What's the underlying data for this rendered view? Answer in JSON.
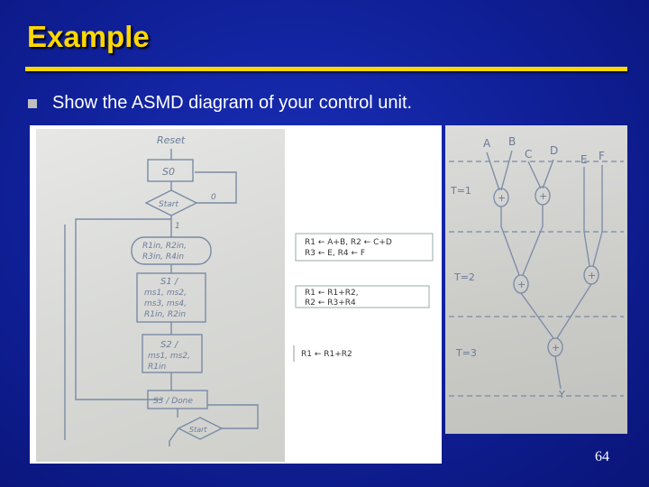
{
  "slide": {
    "title": "Example",
    "bullet_text": "Show the ASMD diagram of your control unit.",
    "page_number": "64"
  },
  "flowchart": {
    "reset_label": "Reset",
    "s0_label": "S0",
    "start_label": "Start",
    "start_zero": "0",
    "start_one": "1",
    "s0_actions": [
      "R1in, R2in,",
      "R3in, R4in"
    ],
    "s1_label": "S1 /",
    "s1_actions": [
      "ms1, ms2,",
      "ms3, ms4,",
      "R1in, R2in"
    ],
    "s2_label": "S2 /",
    "s2_actions": [
      "ms1, ms2,",
      "R1in"
    ],
    "s3_label": "S3 / Done",
    "end_label": "Start"
  },
  "register_boxes": {
    "box1": [
      "R1 ← A+B, R2 ← C+D",
      "R3 ← E, R4 ← F"
    ],
    "box2": [
      "R1 ← R1+R2,",
      "R2 ← R3+R4"
    ],
    "box3": "R1 ← R1+R2"
  },
  "dataflow": {
    "inputs": [
      "A",
      "B",
      "C",
      "D",
      "E",
      "F"
    ],
    "time_labels": [
      "T=1",
      "T=2",
      "T=3"
    ],
    "output_label": "Y",
    "adder_symbol": "+"
  }
}
